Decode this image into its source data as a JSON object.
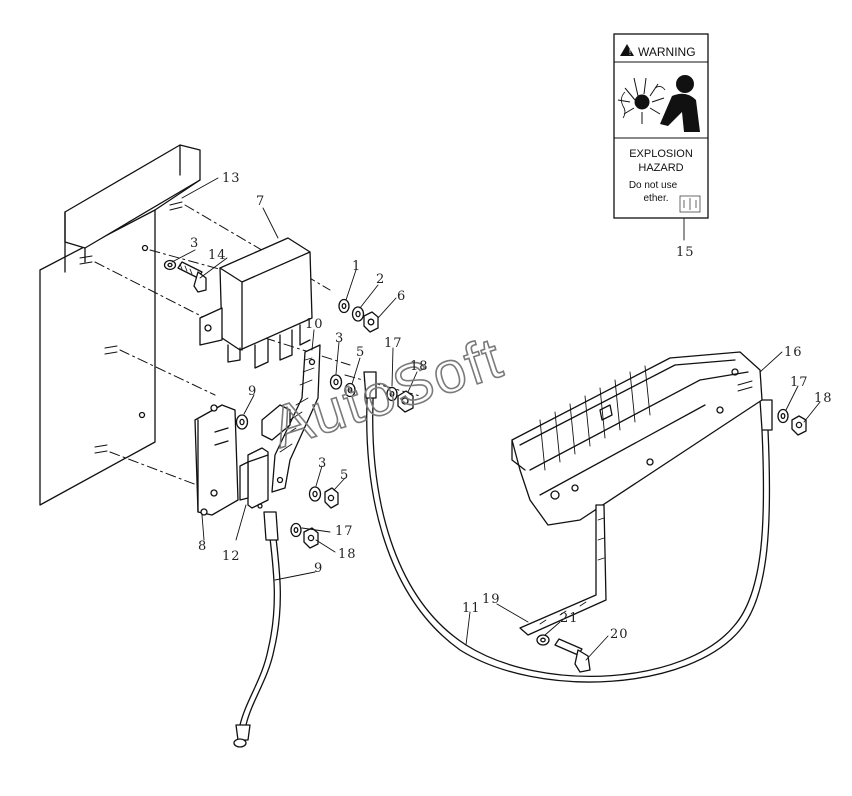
{
  "warning_label": {
    "header": "WARNING",
    "line1": "EXPLOSION",
    "line2": "HAZARD",
    "line3": "Do not use",
    "line4": "ether."
  },
  "watermark": "AutoSoft",
  "callouts": {
    "n1": "1",
    "n2": "2",
    "n3a": "3",
    "n3b": "3",
    "n3c": "3",
    "n5a": "5",
    "n5b": "5",
    "n6": "6",
    "n7": "7",
    "n8": "8",
    "n9a": "9",
    "n9b": "9",
    "n10": "10",
    "n11": "11",
    "n12": "12",
    "n13": "13",
    "n14": "14",
    "n15": "15",
    "n16": "16",
    "n17a": "17",
    "n17b": "17",
    "n17c": "17",
    "n18a": "18",
    "n18b": "18",
    "n18c": "18",
    "n19": "19",
    "n20": "20",
    "n21": "21"
  }
}
